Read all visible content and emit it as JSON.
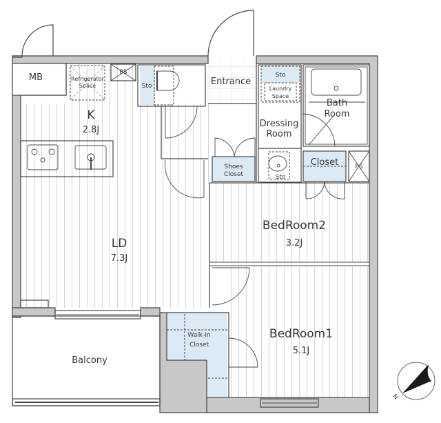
{
  "floorplan": {
    "rooms": [
      {
        "id": "kitchen",
        "name": "K",
        "size": "2.8J"
      },
      {
        "id": "living-dining",
        "name": "LD",
        "size": "7.3J"
      },
      {
        "id": "bedroom2",
        "name": "BedRoom2",
        "size": "3.2J"
      },
      {
        "id": "bedroom1",
        "name": "BedRoom1",
        "size": "5.1J"
      },
      {
        "id": "bathroom",
        "name_line1": "Bath",
        "name_line2": "Room"
      },
      {
        "id": "dressing-room",
        "name_line1": "Dressing",
        "name_line2": "Room"
      }
    ],
    "labels": {
      "mb": "MB",
      "refrigerator_line1": "Refrigerator",
      "refrigerator_line2": "Space",
      "ps_top": "PS",
      "ps_right": "PS",
      "sto_toilet": "Sto",
      "sto_dressing_top": "Sto",
      "sto_dressing_bottom": "Sto",
      "laundry_line1": "Laundry",
      "laundry_line2": "Space",
      "entrance": "Entrance",
      "shoes_closet_line1": "Shoes",
      "shoes_closet_line2": "Closet",
      "closet": "Closet",
      "walkin_line1": "Walk-In",
      "walkin_line2": "Closet",
      "balcony": "Balcony"
    },
    "compass": {
      "direction_label": "N",
      "rotation_deg": 225
    },
    "colors": {
      "wall": "#c8c8c8",
      "line": "#4a4444",
      "storage": "#dbeaf5",
      "text": "#3a3535"
    }
  }
}
